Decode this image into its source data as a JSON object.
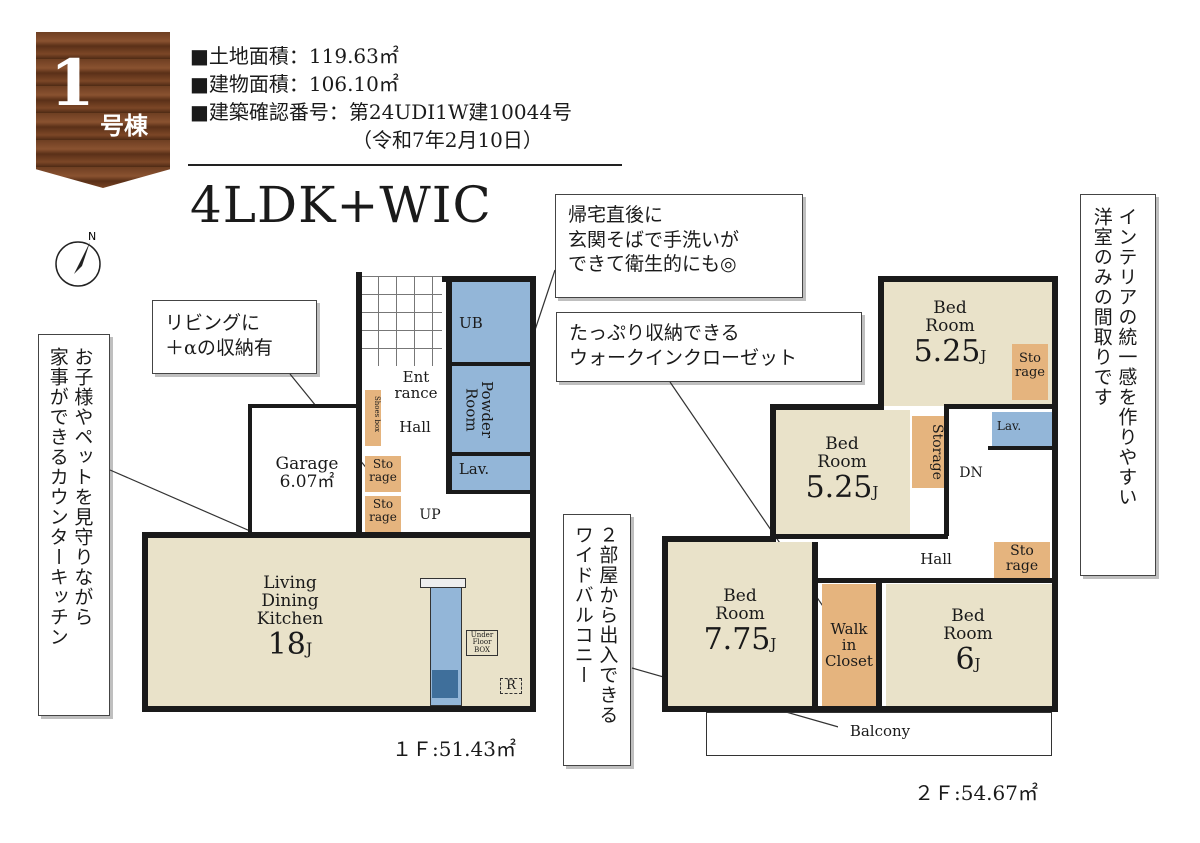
{
  "badge": {
    "number": "1",
    "suffix": "号棟"
  },
  "info": {
    "land_area": "■土地面積：119.63㎡",
    "building_area": "■建物面積：106.10㎡",
    "confirmation_no": "■建築確認番号：第24UDI1W建10044号",
    "confirmation_date": "（令和7年2月10日）"
  },
  "layout": "4LDK+WIC",
  "compass": {
    "label": "N"
  },
  "callouts": {
    "handwash": [
      "帰宅直後に",
      "玄関そばで手洗いが",
      "できて衛生的にも◎"
    ],
    "storage_plus": [
      "リビングに",
      "＋αの収納有"
    ],
    "wic": [
      "たっぷり収納できる",
      "ウォークインクローゼット"
    ],
    "kids": [
      "お子様やペットを見守りながら",
      "家事ができるカウンターキッチン"
    ],
    "balcony": [
      "２部屋から出入できる",
      "ワイドバルコニー"
    ],
    "interior": [
      "インテリアの統一感を作りやすい",
      "洋室のみの間取りです"
    ]
  },
  "floor1": {
    "area": "１Ｆ:51.43㎡",
    "ldk": {
      "name": [
        "Living",
        "Dining",
        "Kitchen"
      ],
      "size": "18",
      "unit": "J"
    },
    "garage": {
      "name": "Garage",
      "area": "6.07㎡"
    },
    "entrance": [
      "Ent",
      "rance"
    ],
    "hall": "Hall",
    "shoes_box": "Shoes box",
    "storage1": [
      "Sto",
      "rage"
    ],
    "storage2": [
      "Sto",
      "rage"
    ],
    "up": "UP",
    "ub": "UB",
    "powder": [
      "Powder",
      "Room"
    ],
    "lav": "Lav.",
    "underfloor": [
      "Under",
      "Floor",
      "BOX"
    ],
    "r": "R"
  },
  "floor2": {
    "area": "２Ｆ:54.67㎡",
    "bed_a": {
      "name": [
        "Bed",
        "Room"
      ],
      "size": "5.25",
      "unit": "J"
    },
    "bed_b": {
      "name": [
        "Bed",
        "Room"
      ],
      "size": "5.25",
      "unit": "J"
    },
    "bed_c": {
      "name": [
        "Bed",
        "Room"
      ],
      "size": "7.75",
      "unit": "J"
    },
    "bed_d": {
      "name": [
        "Bed",
        "Room"
      ],
      "size": "6",
      "unit": "J"
    },
    "wic": [
      "Walk",
      "in",
      "Closet"
    ],
    "storage_a": [
      "Sto",
      "rage"
    ],
    "storage_b": "Storage",
    "storage_c": [
      "Sto",
      "rage"
    ],
    "lav": "Lav.",
    "dn": "DN",
    "hall": "Hall",
    "balcony": "Balcony"
  }
}
